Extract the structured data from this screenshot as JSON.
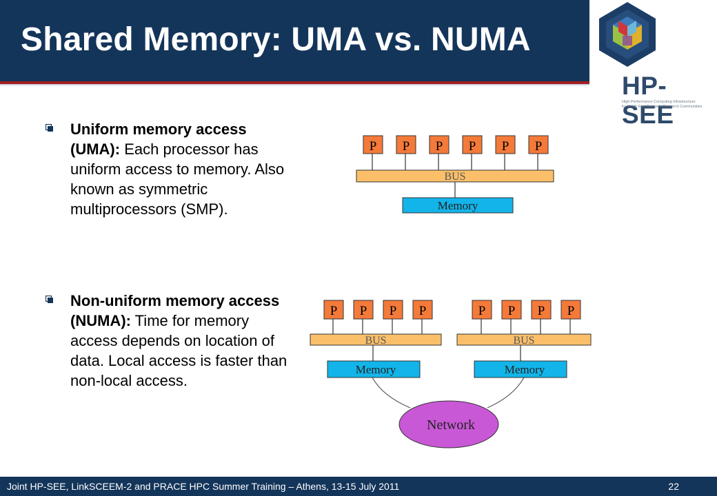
{
  "slide": {
    "title": "Shared Memory: UMA vs. NUMA"
  },
  "logo": {
    "brand": "HP-SEE",
    "tagline_line1": "High-Performance Computing Infrastructure",
    "tagline_line2": "for South East Europe's Research Communities"
  },
  "bullets": [
    {
      "term": "Uniform memory access (UMA):",
      "description": " Each processor has uniform access to memory. Also known as symmetric multiprocessors (SMP)."
    },
    {
      "term": "Non-uniform memory access (NUMA):",
      "description": " Time for memory access depends on location of data. Local access is faster than non-local access."
    }
  ],
  "uma_diagram": {
    "processor_label": "P",
    "processor_count": 6,
    "bus_label": "BUS",
    "memory_label": "Memory"
  },
  "numa_diagram": {
    "processor_label": "P",
    "processors_per_node": 4,
    "bus_label": "BUS",
    "memory_label": "Memory",
    "network_label": "Network"
  },
  "colors": {
    "title_bar": "#14355a",
    "accent_red": "#a21d21",
    "processor_fill": "#f47a3a",
    "bus_fill": "#fbbf6a",
    "memory_fill": "#12b4e9",
    "network_fill": "#c958d6"
  },
  "footer": {
    "text": "Joint HP-SEE, LinkSCEEM-2 and PRACE HPC Summer Training – Athens, 13-15 July 2011",
    "page_number": "22"
  }
}
